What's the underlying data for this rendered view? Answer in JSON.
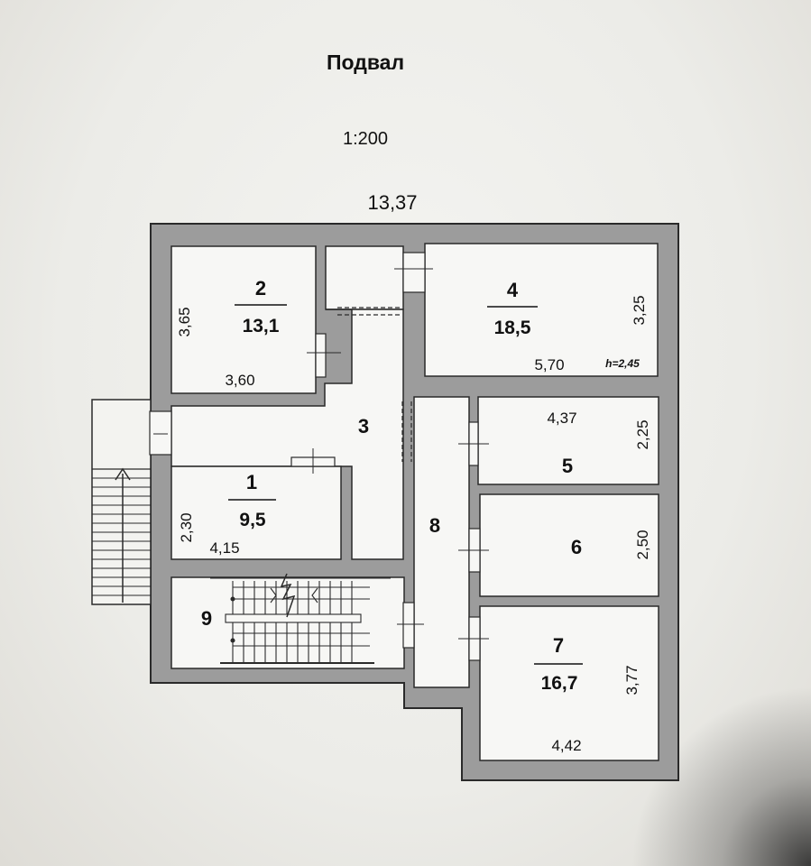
{
  "title": "Подвал",
  "scale": "1:200",
  "overall_width": "13,37",
  "rooms": {
    "r1": {
      "number": "1",
      "area": "9,5",
      "width": "4,15",
      "height": "2,30"
    },
    "r2": {
      "number": "2",
      "area": "13,1",
      "width": "3,60",
      "height": "3,65"
    },
    "r3": {
      "number": "3"
    },
    "r4": {
      "number": "4",
      "area": "18,5",
      "width": "5,70",
      "height": "3,25",
      "ceiling": "h=2,45"
    },
    "r5": {
      "number": "5",
      "width": "4,37",
      "height": "2,25"
    },
    "r6": {
      "number": "6",
      "height": "2,50"
    },
    "r7": {
      "number": "7",
      "area": "16,7",
      "width": "4,42",
      "height": "3,77"
    },
    "r8": {
      "number": "8"
    },
    "r9": {
      "number": "9"
    }
  },
  "colors": {
    "wall": "#9c9c9c",
    "wall_outline": "#2a2a2a",
    "room_fill": "#f7f7f5",
    "paper": "#eeeeea"
  }
}
